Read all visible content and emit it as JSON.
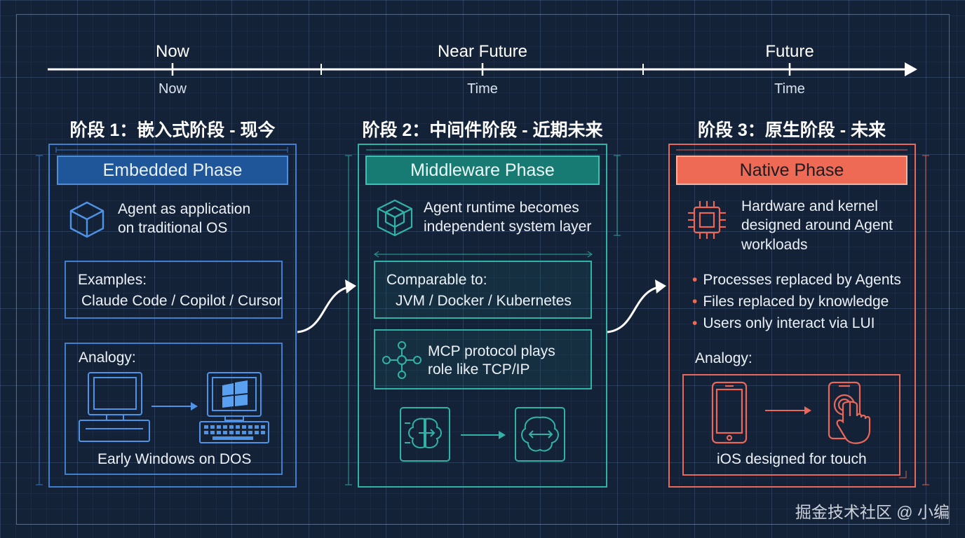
{
  "timeline": {
    "ticks": [
      {
        "label": "Now",
        "sub": "Now"
      },
      {
        "label": "Near Future",
        "sub": "Time"
      },
      {
        "label": "Future",
        "sub": "Time"
      }
    ]
  },
  "stages": [
    {
      "title": "阶段 1：嵌入式阶段 - 现今",
      "phase": "Embedded Phase",
      "desc": [
        "Agent as application",
        "on traditional OS"
      ],
      "examples_label": "Examples:",
      "examples_value": "Claude Code / Copilot / Cursor",
      "analogy_label": "Analogy:",
      "analogy_caption": "Early Windows on DOS"
    },
    {
      "title": "阶段 2：中间件阶段 - 近期未来",
      "phase": "Middleware Phase",
      "desc": [
        "Agent runtime becomes",
        "independent system layer"
      ],
      "comparable_label": "Comparable to:",
      "comparable_value": "JVM / Docker / Kubernetes",
      "mcp": [
        "MCP protocol plays",
        "role like TCP/IP"
      ]
    },
    {
      "title": "阶段 3：原生阶段 - 未来",
      "phase": "Native Phase",
      "desc": [
        "Hardware and kernel",
        "designed around Agent",
        "workloads"
      ],
      "bullets": [
        "Processes replaced by Agents",
        "Files replaced by knowledge",
        "Users only interact via LUI"
      ],
      "analogy_label": "Analogy:",
      "analogy_caption": "iOS designed for touch"
    }
  ],
  "watermark": "掘金技术社区 @ 小编",
  "colors": {
    "stage1": "#3f7fd0",
    "stage2": "#30b3a6",
    "stage3": "#e9685a",
    "background": "#142238"
  },
  "icons": {
    "stage1": [
      "cube-icon",
      "crt-computer-icon",
      "windows-computer-icon"
    ],
    "stage2": [
      "layered-cube-icon",
      "network-nodes-icon",
      "brain-chip-icon",
      "brain-arrow-icon"
    ],
    "stage3": [
      "cpu-chip-icon",
      "smartphone-icon",
      "touch-phone-icon"
    ]
  }
}
